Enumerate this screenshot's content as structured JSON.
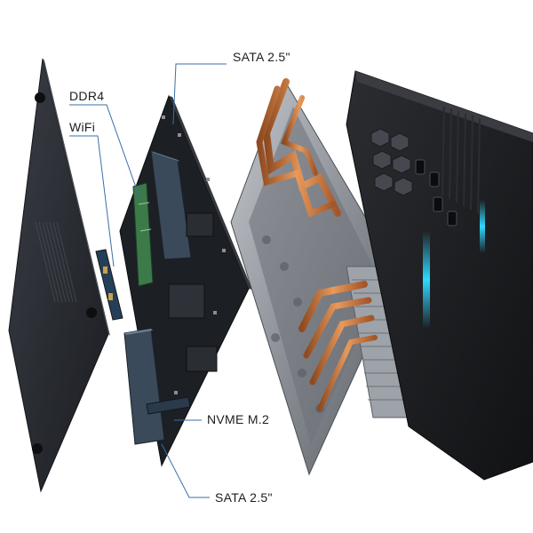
{
  "labels": {
    "sata_top": "SATA 2.5\"",
    "ddr4": "DDR4",
    "wifi": "WiFi",
    "nvme": "NVME M.2",
    "sata_bottom": "SATA 2.5\""
  },
  "colors": {
    "background": "#ffffff",
    "text": "#1d1d1f",
    "leader_line": "#3b6ea8",
    "panel_dark": "#2a2d33",
    "pcb": "#1c1f24",
    "ssd": "#3a4a5a",
    "ram_green": "#3c7a4a",
    "chassis_frame": "#8c9097",
    "copper": "#c8723a",
    "case_black": "#1a1b1e",
    "accent_glow": "#2fd8ff"
  }
}
